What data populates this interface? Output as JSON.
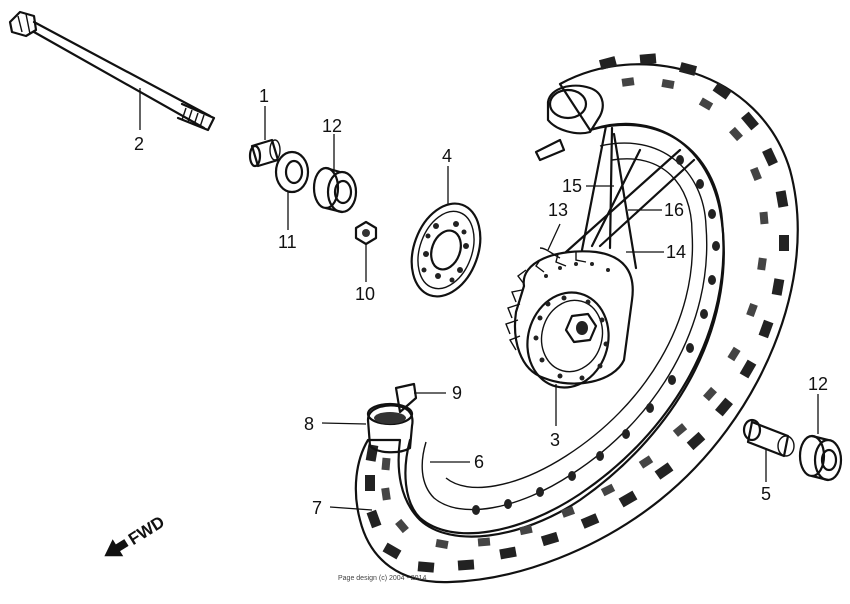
{
  "diagram": {
    "labels": {
      "p1": "1",
      "p2": "2",
      "p3": "3",
      "p4": "4",
      "p5": "5",
      "p6": "6",
      "p7": "7",
      "p8": "8",
      "p9": "9",
      "p10": "10",
      "p11": "11",
      "p12a": "12",
      "p12b": "12",
      "p13": "13",
      "p14": "14",
      "p15": "15",
      "p16": "16"
    },
    "fwd_label": "FWD",
    "footer": "Page design (c) 2004 - 2014"
  }
}
